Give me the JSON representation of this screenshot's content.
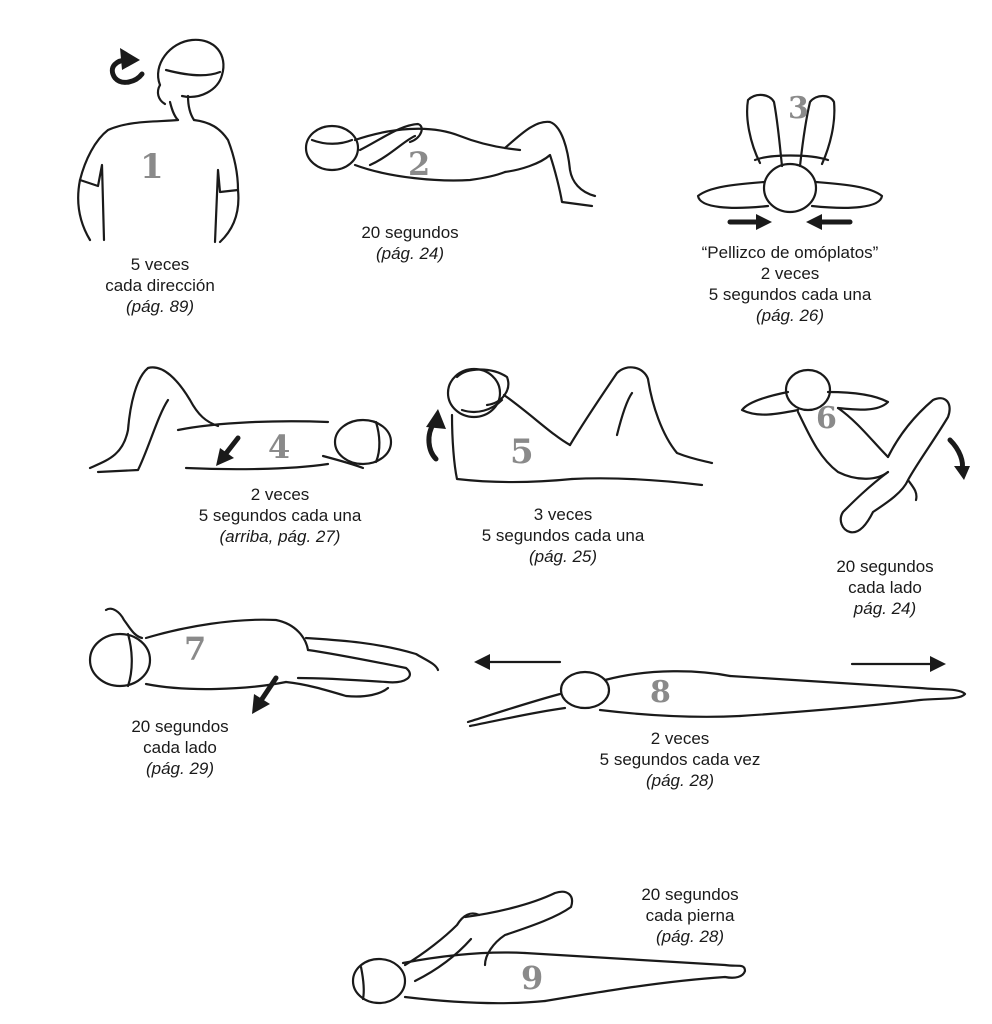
{
  "exercises": [
    {
      "number": "1",
      "lines": [
        "5 veces",
        "cada dirección"
      ],
      "ref": "(pág. 89)"
    },
    {
      "number": "2",
      "lines": [
        "20 segundos"
      ],
      "ref": "(pág. 24)"
    },
    {
      "number": "3",
      "lines": [
        "“Pellizco de omóplatos”",
        "2 veces",
        "5 segundos cada una"
      ],
      "ref": "(pág. 26)"
    },
    {
      "number": "4",
      "lines": [
        "2 veces",
        "5 segundos cada una"
      ],
      "ref": "(arriba, pág. 27)"
    },
    {
      "number": "5",
      "lines": [
        "3 veces",
        "5 segundos cada una"
      ],
      "ref": "(pág. 25)"
    },
    {
      "number": "6",
      "lines": [
        "20 segundos",
        "cada lado"
      ],
      "ref": "pág. 24)"
    },
    {
      "number": "7",
      "lines": [
        "20 segundos",
        "cada lado"
      ],
      "ref": "(pág. 29)"
    },
    {
      "number": "8",
      "lines": [
        "2 veces",
        "5 segundos cada vez"
      ],
      "ref": "(pág. 28)"
    },
    {
      "number": "9",
      "lines": [
        "20 segundos",
        "cada pierna"
      ],
      "ref": "(pág. 28)"
    }
  ]
}
